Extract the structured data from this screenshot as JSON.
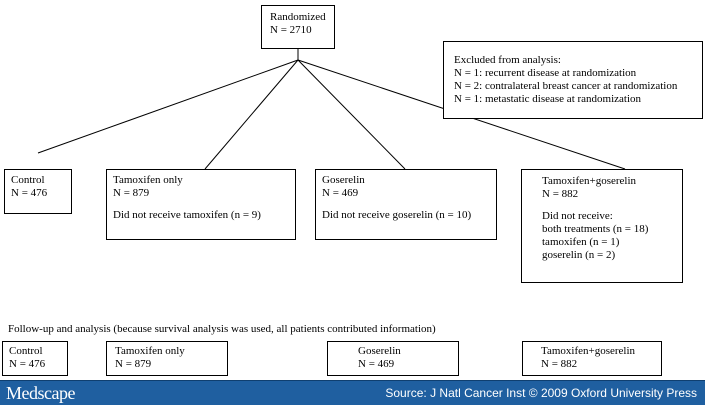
{
  "randomized": {
    "title": "Randomized",
    "n": "N = 2710"
  },
  "excluded": {
    "title": "Excluded from analysis:",
    "items": [
      "N = 1: recurrent disease at randomization",
      "N = 2: contralateral breast cancer at randomization",
      "N = 1: metastatic disease at randomization"
    ]
  },
  "arms": [
    {
      "name": "Control",
      "n": "N = 476",
      "notes": []
    },
    {
      "name": "Tamoxifen only",
      "n": "N = 879",
      "notes": [
        "Did not receive tamoxifen (n = 9)"
      ]
    },
    {
      "name": "Goserelin",
      "n": "N = 469",
      "notes": [
        "Did not receive goserelin (n = 10)"
      ]
    },
    {
      "name": "Tamoxifen+goserelin",
      "n": "N = 882",
      "notes": [
        "Did not receive:",
        "both treatments (n = 18)",
        "tamoxifen (n = 1)",
        "goserelin (n = 2)"
      ]
    }
  ],
  "followup": {
    "caption": "Follow-up and analysis (because survival analysis was used, all patients contributed information)",
    "arms": [
      {
        "name": "Control",
        "n": "N = 476"
      },
      {
        "name": "Tamoxifen only",
        "n": "N = 879"
      },
      {
        "name": "Goserelin",
        "n": "N = 469"
      },
      {
        "name": "Tamoxifen+goserelin",
        "n": "N = 882"
      }
    ]
  },
  "footer": {
    "brand": "Medscape",
    "source": "Source: J Natl Cancer Inst © 2009 Oxford University Press"
  }
}
